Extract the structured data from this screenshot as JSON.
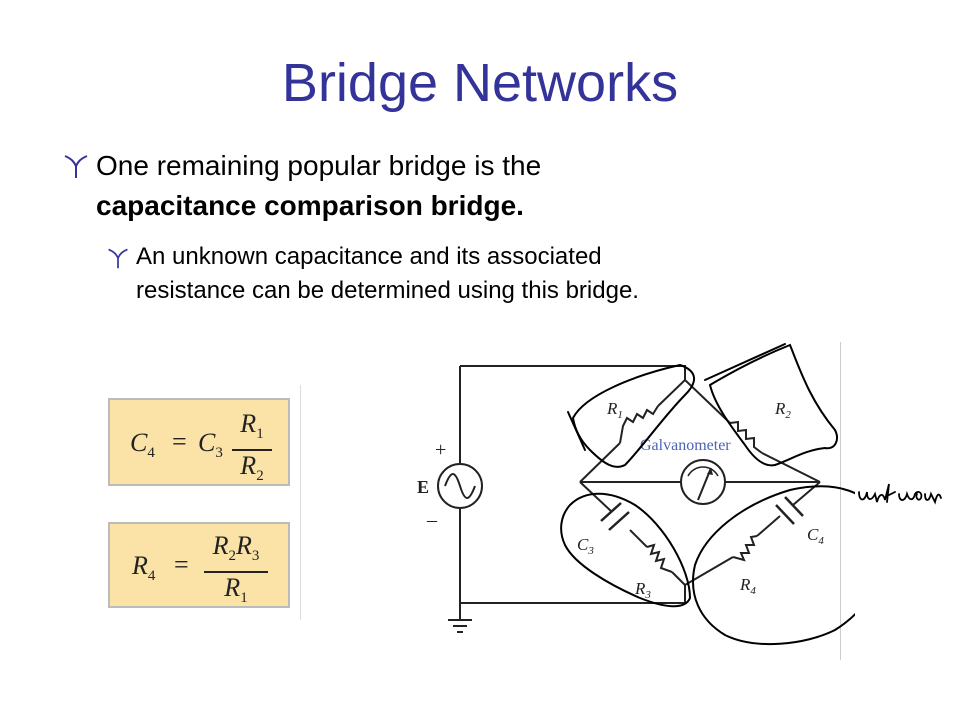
{
  "slide": {
    "title": "Bridge Networks",
    "bullet1": {
      "line1": "One remaining popular bridge is the",
      "line2": "capacitance comparison bridge."
    },
    "bullet2": {
      "line1": "An unknown capacitance and its associated",
      "line2": "resistance can be determined using this bridge."
    }
  },
  "formulas": {
    "c4": {
      "lhs": "C",
      "lhs_sub": "4",
      "eq": "=",
      "coef": "C",
      "coef_sub": "3",
      "num": "R",
      "num_sub": "1",
      "den": "R",
      "den_sub": "2"
    },
    "r4": {
      "lhs": "R",
      "lhs_sub": "4",
      "eq": "=",
      "num_a": "R",
      "num_a_sub": "2",
      "num_b": "R",
      "num_b_sub": "3",
      "den": "R",
      "den_sub": "1"
    }
  },
  "circuit": {
    "source_label": "E",
    "plus": "+",
    "minus": "–",
    "galvanometer_label": "Galvanometer",
    "labels": {
      "r1": "R",
      "r1_sub": "1",
      "r2": "R",
      "r2_sub": "2",
      "r3": "R",
      "r3_sub": "3",
      "r4": "R",
      "r4_sub": "4",
      "c3": "C",
      "c3_sub": "3",
      "c4": "C",
      "c4_sub": "4"
    },
    "handwritten_note": "unknown"
  },
  "colors": {
    "title": "#333399",
    "formula_bg": "#fbe3a8",
    "galvanometer_text": "#4a63b3"
  },
  "icons": {
    "bullet": "curly-bullet-icon",
    "source": "ac-source-icon",
    "meter": "galvanometer-icon",
    "ground": "ground-icon"
  }
}
